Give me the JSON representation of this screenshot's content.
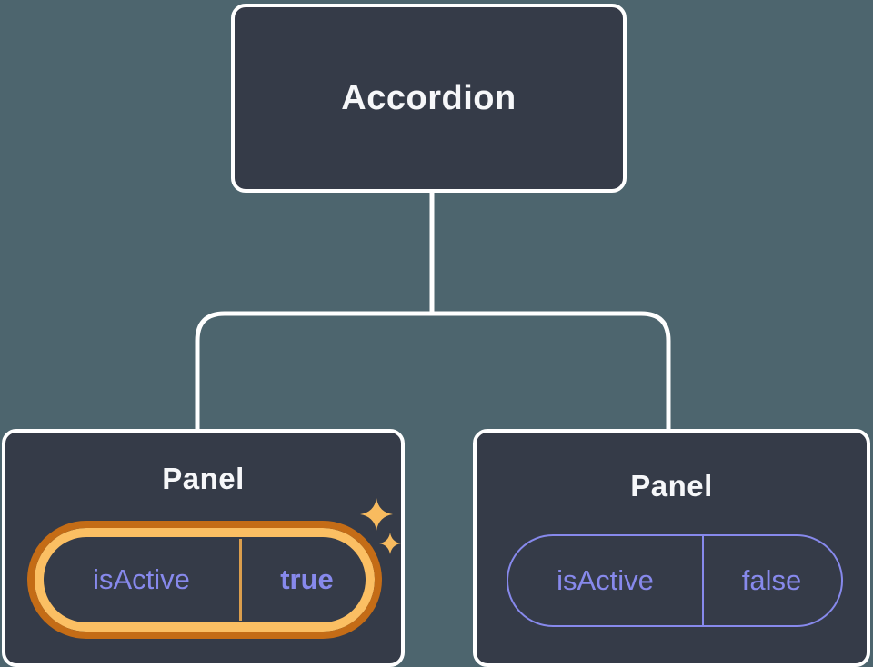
{
  "colors": {
    "canvas_background": "#4D656E",
    "node_background": "#353B48",
    "node_border": "#FFFFFF",
    "connector": "#FFFFFF",
    "label_text": "#F6F7F9",
    "state_text": "#8789EC",
    "state_border_inactive": "#8789EC",
    "highlight_ring_outer": "#C46C16",
    "highlight_ring_inner": "#FBBF63",
    "highlight_divider": "#DB9E4D",
    "sparkle": "#F8BB5F"
  },
  "tree": {
    "root": {
      "label": "Accordion"
    },
    "children": [
      {
        "label": "Panel",
        "state": {
          "name": "isActive",
          "value": "true"
        },
        "highlighted": true
      },
      {
        "label": "Panel",
        "state": {
          "name": "isActive",
          "value": "false"
        },
        "highlighted": false
      }
    ]
  },
  "icons": {
    "sparkles": "sparkles-icon"
  }
}
